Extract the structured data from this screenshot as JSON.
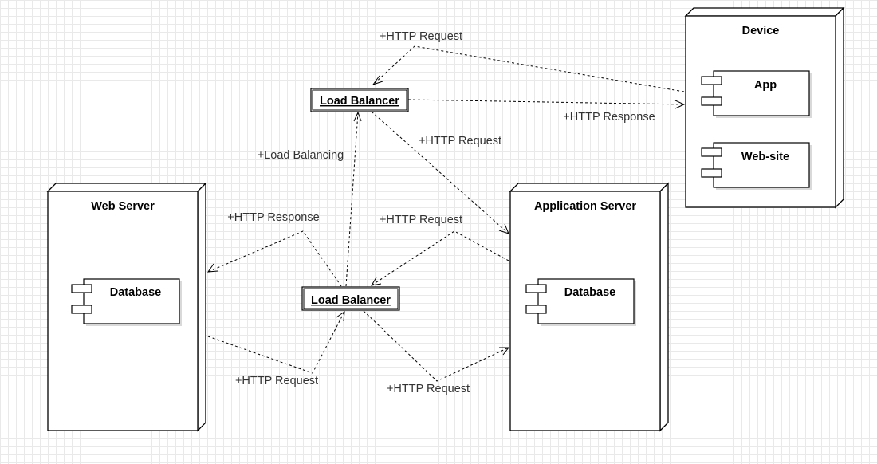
{
  "nodes": {
    "device": {
      "title": "Device",
      "components": [
        "App",
        "Web-site"
      ]
    },
    "web_server": {
      "title": "Web Server",
      "components": [
        "Database"
      ]
    },
    "app_server": {
      "title": "Application Server",
      "components": [
        "Database"
      ]
    }
  },
  "load_balancers": {
    "top": "Load Balancer",
    "bottom": "Load Balancer"
  },
  "edges": {
    "device_to_top_lb": "+HTTP Request",
    "top_lb_to_device": "+HTTP Response",
    "top_lb_to_app_server": "+HTTP Request",
    "bottom_lb_to_top_lb": "+Load Balancing",
    "bottom_lb_to_web_server": "+HTTP Response",
    "app_server_to_bottom_lb": "+HTTP Request",
    "web_server_to_bottom_lb": "+HTTP Request",
    "bottom_lb_to_app_server": "+HTTP Request"
  }
}
